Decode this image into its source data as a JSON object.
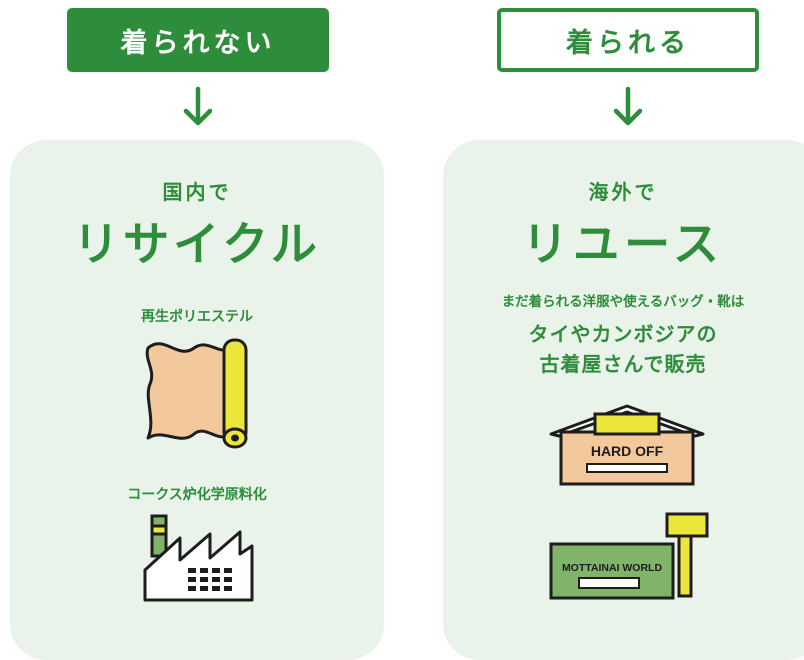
{
  "left": {
    "tag": "着られない",
    "subtitle": "国内で",
    "title": "リサイクル",
    "item1_label": "再生ポリエステル",
    "item2_label": "コークス炉化学原料化"
  },
  "right": {
    "tag": "着られる",
    "subtitle": "海外で",
    "title": "リユース",
    "description": "まだ着られる洋服や使えるバッグ・靴は",
    "highlight_line1": "タイやカンボジアの",
    "highlight_line2": "古着屋さんで販売",
    "shop1_sign": "HARD OFF",
    "shop2_sign": "MOTTAINAI WORLD"
  },
  "colors": {
    "green": "#2e8d3a",
    "panel_bg": "#e9f3ea",
    "cloth": "#f3c89c",
    "yellow": "#ece63a",
    "store_green": "#7fb46a"
  }
}
